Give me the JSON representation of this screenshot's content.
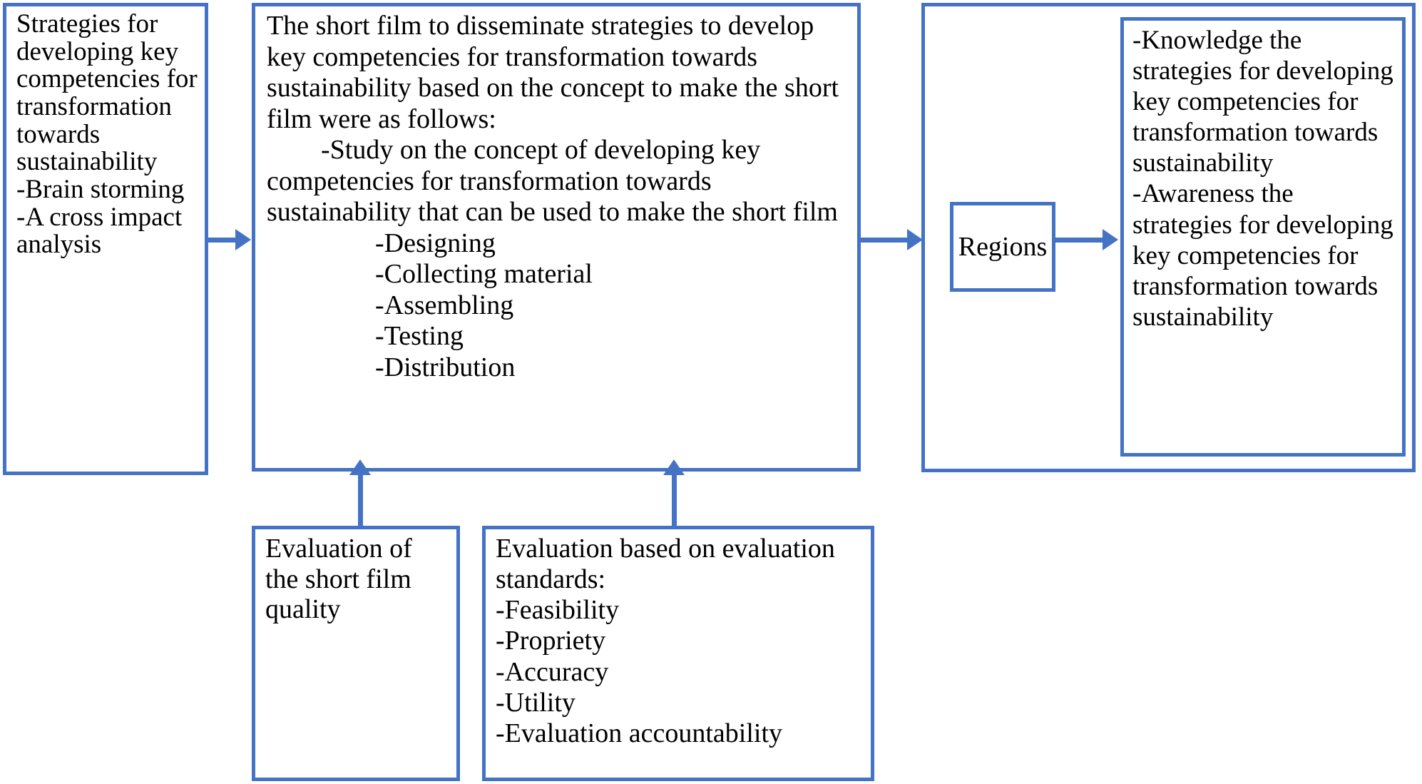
{
  "diagram": {
    "accent_color": "#4472C4",
    "background_color": "#FFFFFF",
    "text_color": "#000000",
    "nodes": {
      "strategies": {
        "name": "strategies-input-box",
        "text": "Strategies for developing key competencies for transformation towards sustainability\n-Brain storming\n-A cross impact analysis"
      },
      "short_film": {
        "name": "short-film-process-box",
        "text": "The short film to disseminate strategies to develop key competencies for transformation towards sustainability based on the concept to make the short film were as follows:\n        -Study on the concept of developing key competencies for transformation towards sustainability that can be used to make the short film\n                -Designing\n                -Collecting material\n                -Assembling\n                -Testing\n                -Distribution"
      },
      "regions": {
        "name": "regions-box",
        "label": "Regions"
      },
      "outcomes": {
        "name": "outcomes-box",
        "text": "-Knowledge the strategies for developing key competencies for transformation towards sustainability\n-Awareness the strategies for developing key competencies for transformation towards sustainability"
      },
      "quality": {
        "name": "evaluation-quality-box",
        "text": "Evaluation of the short film quality"
      },
      "standards": {
        "name": "evaluation-standards-box",
        "text": "Evaluation based on evaluation standards:\n-Feasibility\n-Propriety\n-Accuracy\n-Utility\n-Evaluation accountability"
      }
    },
    "edges": [
      {
        "name": "arrow-strategies-to-shortfilm",
        "from": "strategies",
        "to": "short_film",
        "direction": "right"
      },
      {
        "name": "arrow-shortfilm-to-regions",
        "from": "short_film",
        "to": "regions",
        "direction": "right"
      },
      {
        "name": "arrow-regions-to-outcomes",
        "from": "regions",
        "to": "outcomes",
        "direction": "right"
      },
      {
        "name": "arrow-quality-to-shortfilm",
        "from": "quality",
        "to": "short_film",
        "direction": "up"
      },
      {
        "name": "arrow-standards-to-shortfilm",
        "from": "standards",
        "to": "short_film",
        "direction": "up"
      }
    ]
  }
}
